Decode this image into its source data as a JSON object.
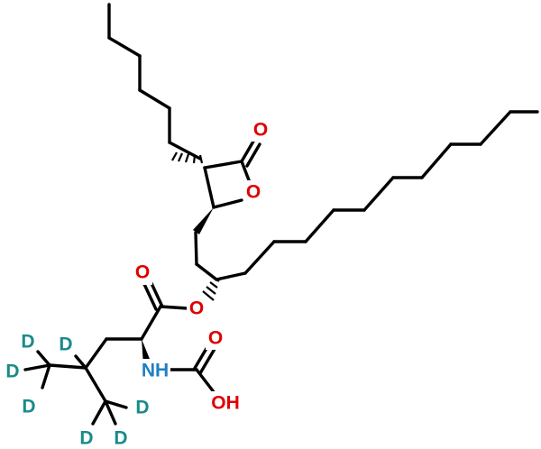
{
  "molecule": {
    "atoms": {
      "ester_carbonyl_o": "O",
      "ester_o": "O",
      "lactone_carbonyl_o": "O",
      "ring_o": "O",
      "carbamic_o": "O",
      "nh": "NH",
      "oh": "OH",
      "d1": "D",
      "d2": "D",
      "d3": "D",
      "d4": "D",
      "d5": "D",
      "d6": "D",
      "d7": "D"
    },
    "colors": {
      "bond": "#000000",
      "oxygen": "#e00000",
      "nitrogen": "#1f7fc4",
      "deuterium": "#1a8a8a"
    }
  }
}
